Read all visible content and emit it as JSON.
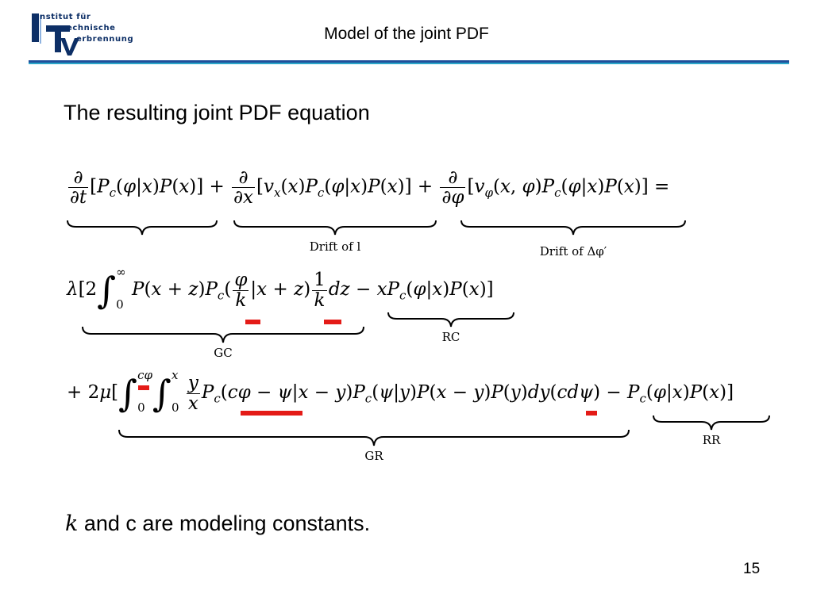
{
  "header": {
    "logo_lines": [
      "nstitut für",
      "echnische",
      "erbrennung"
    ],
    "title": "Model of the joint PDF"
  },
  "subtitle": "The resulting joint PDF equation",
  "equation": {
    "brace_labels": {
      "drift_l": "Drift of l",
      "drift_phi": "Drift of Δφ′",
      "gc": "GC",
      "rc": "RC",
      "gr": "GR",
      "rr": "RR"
    }
  },
  "footnote": {
    "symbol": "k",
    "text": " and c are modeling constants."
  },
  "page_number": "15",
  "colors": {
    "brand_blue": "#0d2f66",
    "rule_blue": "#1f4f9a",
    "rule_teal": "#2aa6c8",
    "highlight_red": "#e41b17"
  },
  "icons": [
    "itv-logo"
  ]
}
